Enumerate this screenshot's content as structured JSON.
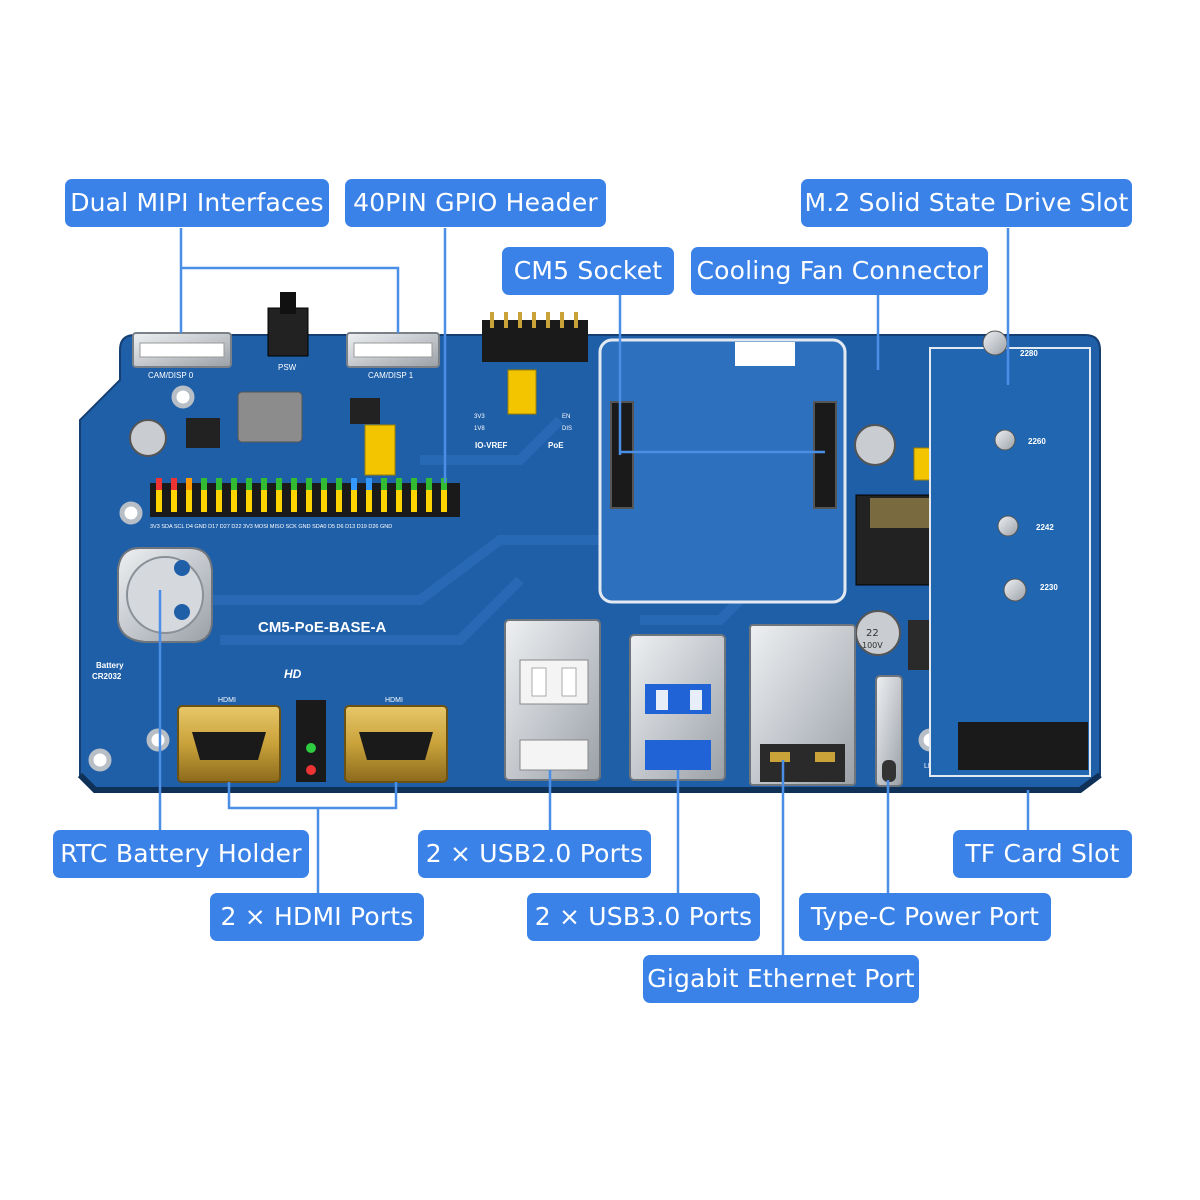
{
  "labels": {
    "dual_mipi": "Dual MIPI Interfaces",
    "gpio_header": "40PIN GPIO Header",
    "cm5_socket": "CM5 Socket",
    "cooling_fan": "Cooling Fan Connector",
    "m2_slot": "M.2 Solid State Drive Slot",
    "rtc_battery": "RTC Battery Holder",
    "hdmi_ports": "2 × HDMI Ports",
    "usb2_ports": "2 × USB2.0 Ports",
    "usb3_ports": "2 × USB3.0 Ports",
    "ethernet": "Gigabit Ethernet Port",
    "type_c": "Type-C Power Port",
    "tf_card": "TF Card Slot"
  },
  "board": {
    "name": "CM5-PoE-BASE-A",
    "cam0": "CAM/DISP 0",
    "cam1": "CAM/DISP 1",
    "psw": "PSW",
    "hd": "HD",
    "battery": "Battery",
    "battery_model": "CR2032",
    "io_vref": "IO-VREF",
    "poe": "PoE",
    "led": "LED",
    "ssd_2280": "2280",
    "ssd_2260": "2260",
    "ssd_2242": "2242",
    "ssd_2230": "2230",
    "hdmi_silk": "HDMI",
    "v33": "3V3",
    "v18": "1V8",
    "en": "EN",
    "dis": "DIS",
    "cap_text_1": "22",
    "cap_text_2": "100V",
    "gpio_silk": "3V3  SDA  SCL  D4  GND  D17  D27  D22  3V3  MOSI MISO SCK  GND SDA0  D5  D6  D13  D19  D26  GND"
  },
  "colors": {
    "label_bg": "#3b82e8",
    "pcb": "#1f5fa8",
    "pcb_dark": "#174a86",
    "leader": "#4a8ee6"
  }
}
